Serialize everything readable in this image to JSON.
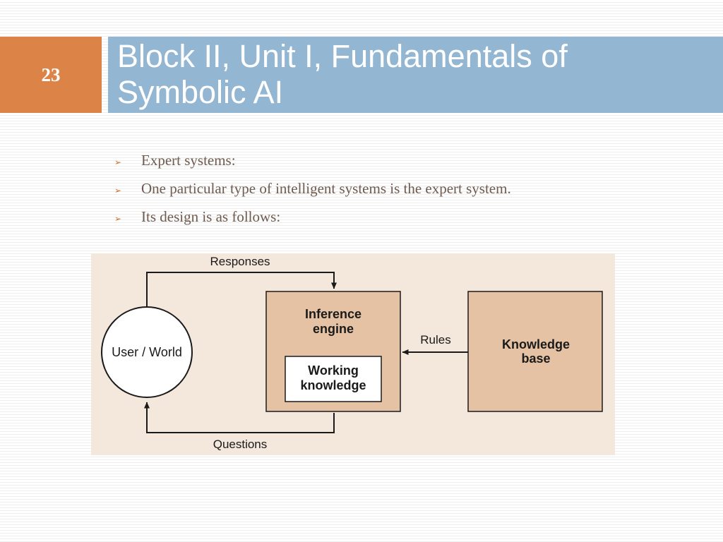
{
  "slide": {
    "number": "23",
    "title_line1": "Block II, Unit I, Fundamentals of",
    "title_line2": "Symbolic AI"
  },
  "bullets": [
    {
      "text": "Expert systems:"
    },
    {
      "text": "One particular type of intelligent systems is the expert system."
    },
    {
      "text": "Its design is as follows:"
    }
  ],
  "diagram": {
    "user_world": "User / World",
    "inference_engine_line1": "Inference",
    "inference_engine_line2": "engine",
    "working_knowledge_line1": "Working",
    "working_knowledge_line2": "knowledge",
    "knowledge_base_line1": "Knowledge",
    "knowledge_base_line2": "base",
    "responses_label": "Responses",
    "questions_label": "Questions",
    "rules_label": "Rules"
  },
  "colors": {
    "number_box": "#dc8347",
    "title_bar": "#93b6d3",
    "bullet_text": "#6e5a4e",
    "bullet_marker": "#c86a2c",
    "diagram_background": "#f4e7dc",
    "diagram_box_fill": "#e4c2a3"
  },
  "icons": {
    "bullet_marker": "arrowhead-bullet"
  }
}
